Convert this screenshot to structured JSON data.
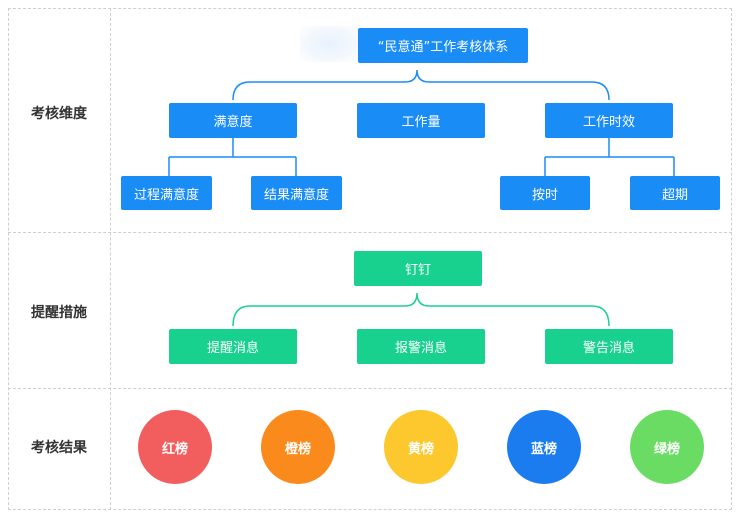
{
  "sections": {
    "dimension": "考核维度",
    "reminder": "提醒措施",
    "result": "考核结果"
  },
  "root": "“民意通”工作考核体系",
  "dimensions": [
    "满意度",
    "工作量",
    "工作时效"
  ],
  "satisfaction_children": [
    "过程满意度",
    "结果满意度"
  ],
  "timeliness_children": [
    "按时",
    "超期"
  ],
  "reminder_root": "钉钉",
  "reminder_children": [
    "提醒消息",
    "报警消息",
    "警告消息"
  ],
  "results": [
    "红榜",
    "橙榜",
    "黄榜",
    "蓝榜",
    "绿榜"
  ],
  "colors": {
    "blue": "#1a8cf5",
    "green": "#18d18f",
    "red": "#f25e5e",
    "orange": "#fb8a1c",
    "yellow": "#fcc82e",
    "navy": "#1b7cf0",
    "lime": "#6adc63"
  }
}
